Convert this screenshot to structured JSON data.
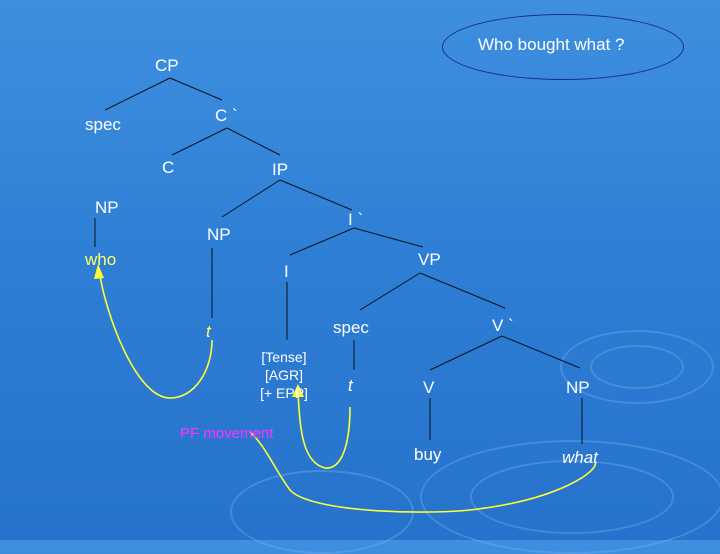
{
  "title": "Who bought what ?",
  "nodes": {
    "cp": "CP",
    "spec1": "spec",
    "cbar": "C `",
    "c": "C",
    "ip": "IP",
    "np_top": "NP",
    "who": "who",
    "np2": "NP",
    "ibar": "I `",
    "i": "I",
    "vp": "VP",
    "t1": "t",
    "spec2": "spec",
    "vbar": "V `",
    "t2": "t",
    "v": "V",
    "np3": "NP",
    "buy": "buy",
    "what": "what"
  },
  "features": [
    "[Tense]",
    "[AGR]",
    "[+ EPP]"
  ],
  "pf_label": "PF movement",
  "colors": {
    "background": "#2f7fd6",
    "text": "#ffffff",
    "movement_arrow": "#ffff33",
    "pf_label": "#ff33ff",
    "who_text": "#ffff66"
  }
}
